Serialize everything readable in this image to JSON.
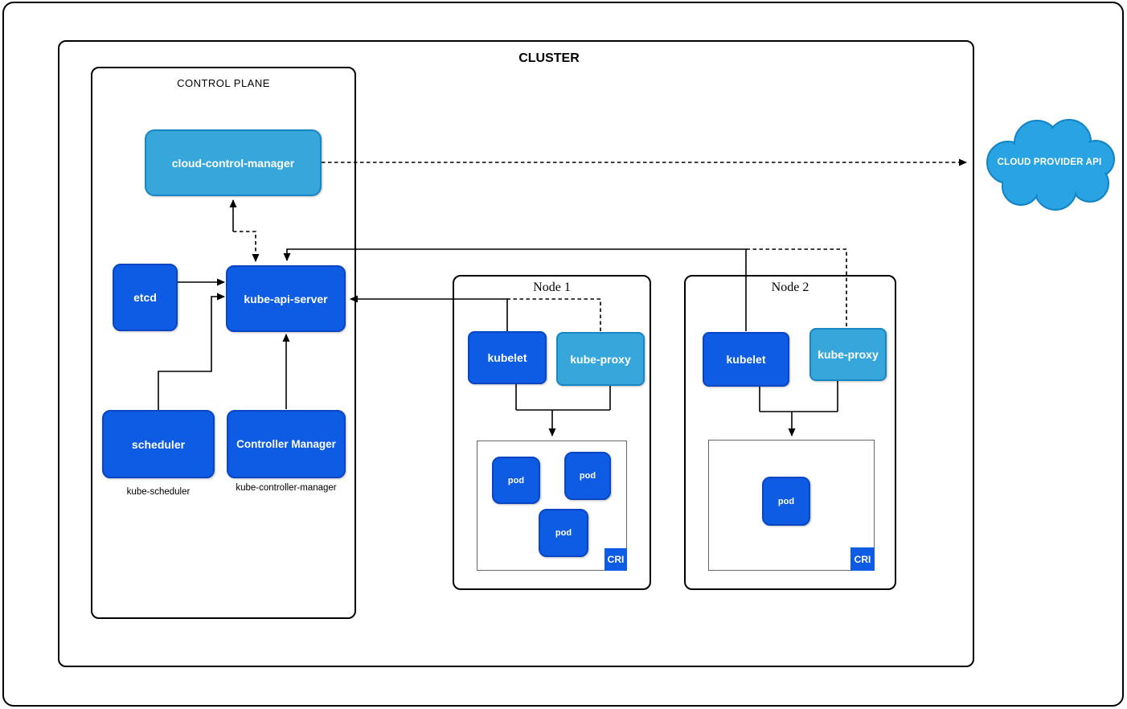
{
  "colors": {
    "box_blue": "#0d5ce3",
    "box_blue_border": "#0a46c4",
    "box_light_blue": "#36a6db",
    "box_light_blue_border": "#1787c4",
    "cloud_fill": "#2aa3e3",
    "cloud_border": "#1283c6",
    "connector": "#000000",
    "cri_border": "#666666"
  },
  "cluster": {
    "label": "CLUSTER"
  },
  "control_plane": {
    "label": "CONTROL PLANE",
    "cloud_control_manager": "cloud-control-manager",
    "etcd": "etcd",
    "kube_api_server": "kube-api-server",
    "scheduler": "scheduler",
    "scheduler_caption": "kube-scheduler",
    "controller_manager": "Controller Manager",
    "controller_manager_caption": "kube-controller-manager"
  },
  "nodes": [
    {
      "label": "Node 1",
      "kubelet": "kubelet",
      "kube_proxy": "kube-proxy",
      "cri_label": "CRI",
      "pods": [
        "pod",
        "pod",
        "pod"
      ]
    },
    {
      "label": "Node 2",
      "kubelet": "kubelet",
      "kube_proxy": "kube-proxy",
      "cri_label": "CRI",
      "pods": [
        "pod"
      ]
    }
  ],
  "external": {
    "cloud_provider_api": "CLOUD PROVIDER API"
  }
}
